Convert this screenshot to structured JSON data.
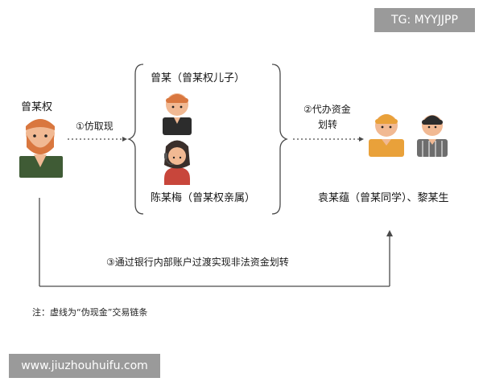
{
  "watermarks": {
    "tg": "TG: MYYJJPP",
    "site": "www.jiuzhouhuifu.com"
  },
  "people": {
    "source_name": "曾某权",
    "son_name": "曾某（曾某权儿子）",
    "relative_name": "陈某梅（曾某权亲属）",
    "receivers_name": "袁某蕴（曾某同学）、黎某生"
  },
  "steps": {
    "step1": "①仿取现",
    "step2_line1": "②代办资金",
    "step2_line2": "划转",
    "step3": "③通过银行内部账户过渡实现非法资金划转"
  },
  "note": "注：虚线为“伪现金”交易链条",
  "colors": {
    "line": "#4a4a4a",
    "skin": "#f1b993",
    "beard_orange": "#d9773f",
    "green_shirt": "#3f5b35",
    "dark_shirt": "#2c2c2c",
    "headset_red": "#c8463b",
    "orange_shirt": "#e9a13a",
    "gray_stripes": "#6d6d6d"
  },
  "icons": {
    "source": "bearded-man-icon",
    "son": "young-man-icon",
    "relative": "woman-headset-icon",
    "receiver1": "orange-hair-person-icon",
    "receiver2": "dark-hair-person-icon"
  }
}
